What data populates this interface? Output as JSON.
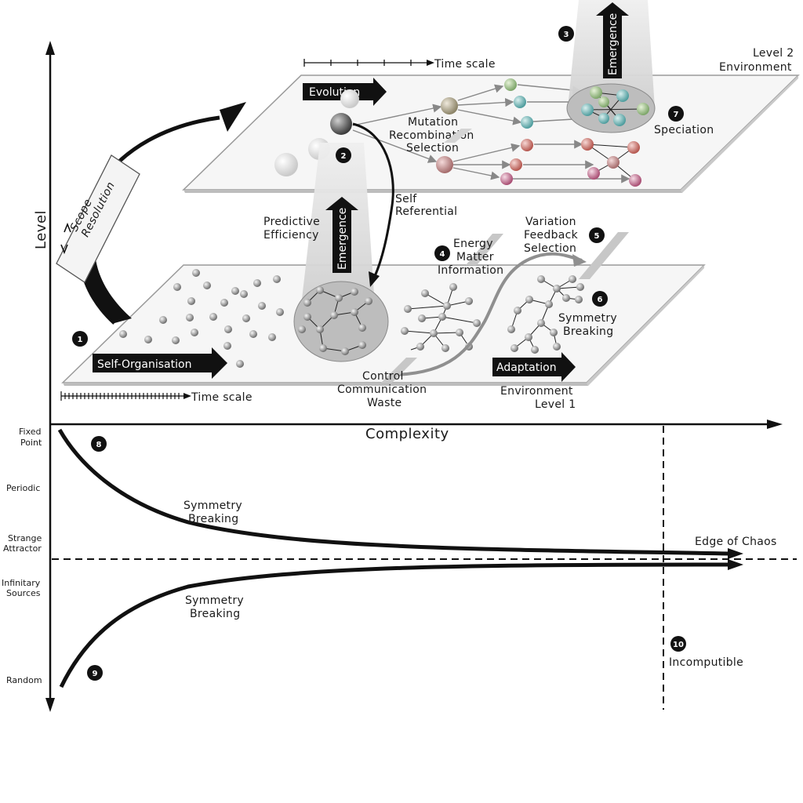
{
  "axes": {
    "vertical": "Level",
    "horizontal": "Complexity"
  },
  "time_scales": {
    "top": "Time scale",
    "bottom": "Time scale"
  },
  "planes": {
    "upper": {
      "line1": "Level 2",
      "line2": "Environment"
    },
    "lower": {
      "line1": "Environment",
      "line2": "Level 1"
    }
  },
  "arrows": {
    "evolution": "Evolution",
    "self_organisation": "Self-Organisation",
    "adaptation": "Adaptation",
    "emergence_lower": "Emergence",
    "emergence_upper": "Emergence"
  },
  "scope": {
    "line1": "Scope",
    "line2": "Resolution"
  },
  "labels": {
    "mutation": "Mutation",
    "recombination": "Recombination",
    "selection": "Selection",
    "speciation": "Speciation",
    "self_referential_1": "Self",
    "self_referential_2": "Referential",
    "predictive_1": "Predictive",
    "predictive_2": "Efficiency",
    "energy": "Energy",
    "matter": "Matter",
    "information": "Information",
    "variation": "Variation",
    "feedback": "Feedback",
    "selection2": "Selection",
    "symmetry_top_1": "Symmetry",
    "symmetry_top_2": "Breaking",
    "control": "Control",
    "communication": "Communication",
    "waste": "Waste"
  },
  "badges": [
    "1",
    "2",
    "3",
    "4",
    "5",
    "6",
    "7",
    "8",
    "9",
    "10"
  ],
  "attractors": {
    "fixed_1": "Fixed",
    "fixed_2": "Point",
    "periodic": "Periodic",
    "strange_1": "Strange",
    "strange_2": "Attractor",
    "infinitary_1": "Infinitary",
    "infinitary_2": "Sources",
    "random": "Random"
  },
  "bottom": {
    "symmetry_upper_1": "Symmetry",
    "symmetry_upper_2": "Breaking",
    "symmetry_lower_1": "Symmetry",
    "symmetry_lower_2": "Breaking",
    "edge_of_chaos": "Edge of Chaos",
    "incomputible": "Incomputible"
  }
}
